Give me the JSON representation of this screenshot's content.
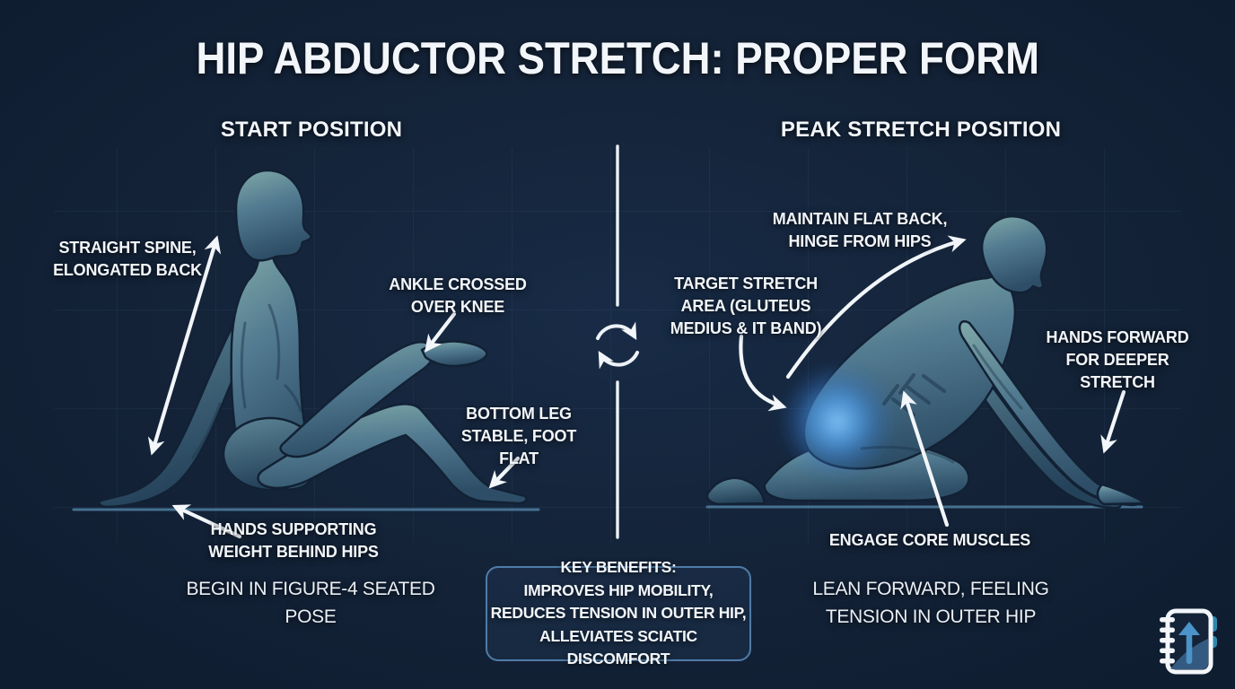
{
  "title": "HIP ABDUCTOR STRETCH: PROPER FORM",
  "start_panel": {
    "header": "START POSITION",
    "labels": {
      "spine": "STRAIGHT SPINE,\nELONGATED BACK",
      "ankle": "ANKLE CROSSED\nOVER KNEE",
      "bottom_leg": "BOTTOM LEG\nSTABLE, FOOT\nFLAT",
      "hands": "HANDS SUPPORTING\nWEIGHT BEHIND HIPS"
    },
    "caption": "BEGIN IN FIGURE-4 SEATED\nPOSE"
  },
  "peak_panel": {
    "header": "PEAK STRETCH POSITION",
    "labels": {
      "flat_back": "MAINTAIN FLAT BACK,\nHINGE FROM HIPS",
      "target_area": "TARGET STRETCH\nAREA (GLUTEUS\nMEDIUS & IT BAND)",
      "hands_forward": "HANDS FORWARD\nFOR DEEPER\nSTRETCH",
      "core": "ENGAGE CORE MUSCLES"
    },
    "caption": "LEAN FORWARD, FEELING\nTENSION IN OUTER HIP"
  },
  "benefits_box": {
    "heading": "KEY BENEFITS:",
    "lines": "IMPROVES HIP MOBILITY,\nREDUCES TENSION IN OUTER HIP,\nALLEVIATES SCIATIC DISCOMFORT"
  },
  "icons": {
    "center": "cycle-arrows-icon",
    "corner_logo": "notebook-up-arrow-logo"
  },
  "colors": {
    "background": "#142338",
    "text": "#f2f6fa",
    "figure_light": "#7fa8a8",
    "figure_mid": "#527a90",
    "figure_dark": "#2d4e66",
    "glow_blue": "#4a9ae8",
    "box_border": "#4f7ca8",
    "ground_line": "#4f7f9f",
    "logo_blue": "#4b93c8"
  }
}
